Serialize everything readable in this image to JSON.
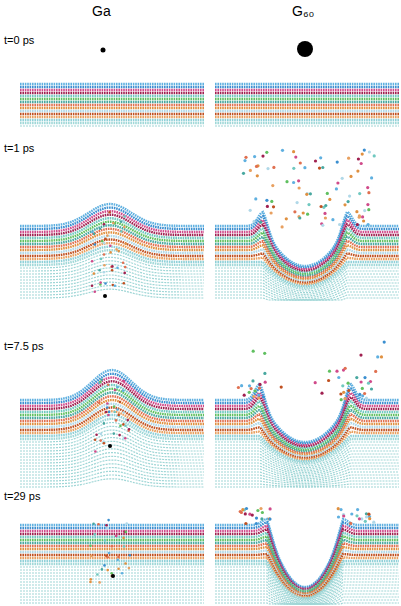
{
  "diagram": {
    "labels": [
      "Ga",
      "G₆₀",
      "t=0 ps",
      "t=1 ps",
      "t=7.5 ps",
      "t=29 ps"
    ]
  }
}
